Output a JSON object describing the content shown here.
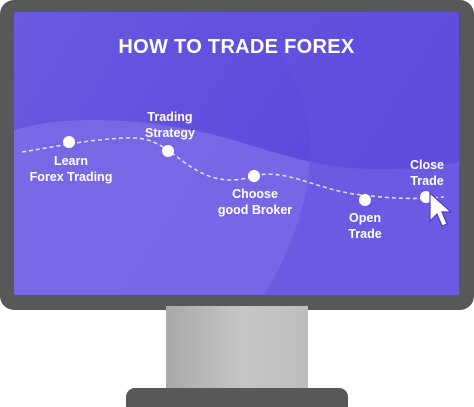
{
  "title": "HOW TO TRADE FOREX",
  "colors": {
    "monitor_frame": "#585858",
    "screen_dark": "#5b49dc",
    "screen_light": "#7a6ae6",
    "path": "#e6e2ff",
    "node": "#ffffff",
    "stand": "#b8b8b8"
  },
  "steps": [
    {
      "line1": "Learn",
      "line2": "Forex Trading"
    },
    {
      "line1": "Trading",
      "line2": "Strategy"
    },
    {
      "line1": "Choose",
      "line2": "good Broker"
    },
    {
      "line1": "Open",
      "line2": "Trade"
    },
    {
      "line1": "Close",
      "line2": "Trade"
    }
  ],
  "cursor_icon": "mouse-pointer-icon"
}
